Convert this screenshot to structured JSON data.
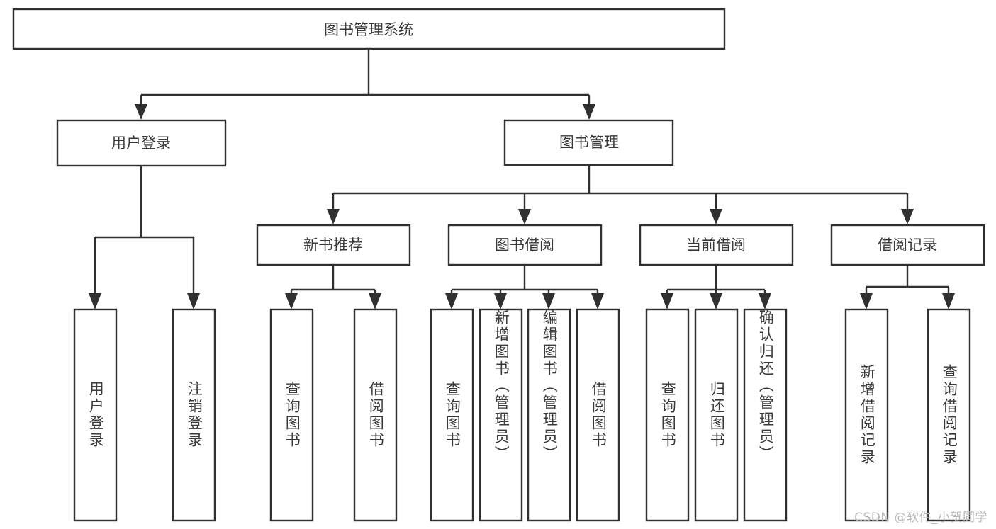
{
  "diagram": {
    "title": "图书管理系统",
    "type": "tree",
    "orientation": "top-down",
    "colors": {
      "box_stroke": "#303030",
      "box_fill": "#ffffff",
      "text": "#3a3a3a",
      "connector": "#303030",
      "watermark": "#b8b8b8",
      "background": "#ffffff"
    },
    "root": {
      "id": "root",
      "label": "图书管理系统"
    },
    "level2": [
      {
        "id": "user-login",
        "label": "用户登录"
      },
      {
        "id": "book-manage",
        "label": "图书管理"
      }
    ],
    "level3": [
      {
        "id": "new-book-recommend",
        "label": "新书推荐",
        "parent": "book-manage"
      },
      {
        "id": "book-borrow",
        "label": "图书借阅",
        "parent": "book-manage"
      },
      {
        "id": "current-borrow",
        "label": "当前借阅",
        "parent": "book-manage"
      },
      {
        "id": "borrow-record",
        "label": "借阅记录",
        "parent": "book-manage"
      }
    ],
    "leaves": [
      {
        "id": "leaf-user-login",
        "label": "用户登录",
        "parent": "user-login"
      },
      {
        "id": "leaf-user-logout",
        "label": "注销登录",
        "parent": "user-login"
      },
      {
        "id": "leaf-query-book-1",
        "label": "查询图书",
        "parent": "new-book-recommend"
      },
      {
        "id": "leaf-borrow-book-1",
        "label": "借阅图书",
        "parent": "new-book-recommend"
      },
      {
        "id": "leaf-query-book-2",
        "label": "查询图书",
        "parent": "book-borrow"
      },
      {
        "id": "leaf-add-book",
        "label": "新增图书（管理员）",
        "parent": "book-borrow"
      },
      {
        "id": "leaf-edit-book",
        "label": "编辑图书（管理员）",
        "parent": "book-borrow"
      },
      {
        "id": "leaf-borrow-book-2",
        "label": "借阅图书",
        "parent": "book-borrow"
      },
      {
        "id": "leaf-query-book-3",
        "label": "查询图书",
        "parent": "current-borrow"
      },
      {
        "id": "leaf-return-book",
        "label": "归还图书",
        "parent": "current-borrow"
      },
      {
        "id": "leaf-confirm-return",
        "label": "确认归还（管理员）",
        "parent": "current-borrow"
      },
      {
        "id": "leaf-add-record",
        "label": "新增借阅记录",
        "parent": "borrow-record"
      },
      {
        "id": "leaf-query-record",
        "label": "查询借阅记录",
        "parent": "borrow-record"
      }
    ]
  },
  "watermark": {
    "text": "CSDN @软件_小贺同学"
  }
}
